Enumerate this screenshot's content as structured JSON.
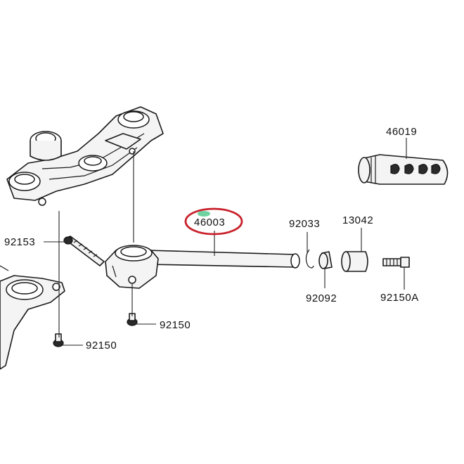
{
  "parts": {
    "p46019": "46019",
    "p46003": "46003",
    "p92033": "92033",
    "p13042": "13042",
    "p92092": "92092",
    "p92150A": "92150A",
    "p92153": "92153",
    "p92150_right": "92150",
    "p92150_left": "92150"
  },
  "highlight": {
    "part": "46003",
    "circle_color": "#c8202a",
    "marker_color": "#6fd3a0"
  }
}
